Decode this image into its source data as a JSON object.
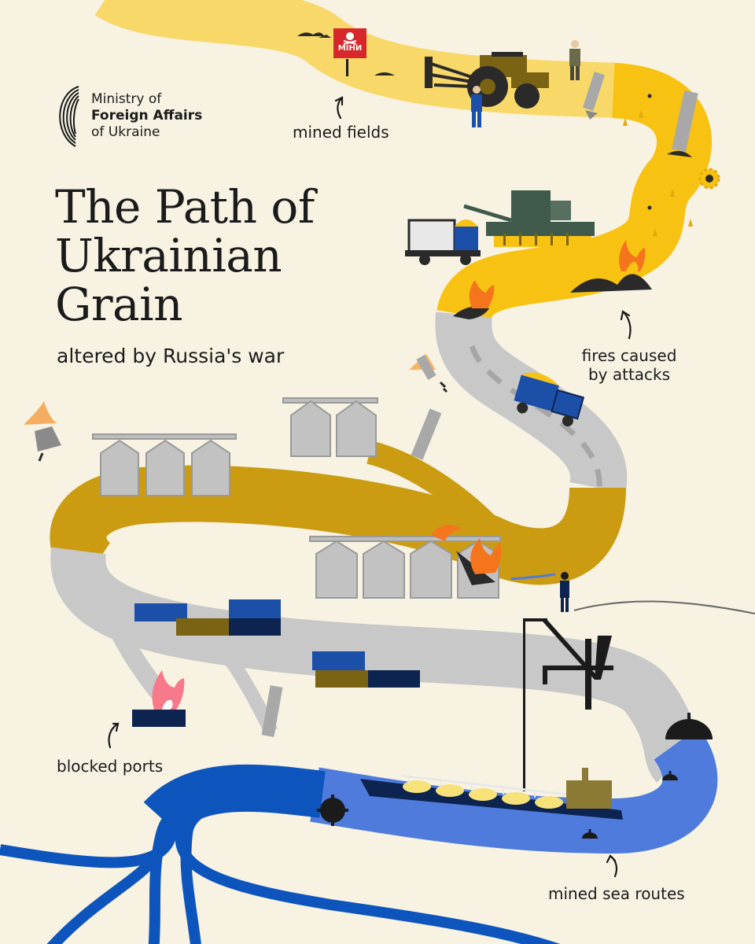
{
  "organization": {
    "line1": "Ministry of",
    "line2": "Foreign Affairs",
    "line3": "of Ukraine"
  },
  "headline": {
    "title": "The Path of Ukrainian Grain",
    "subtitle": "altered by Russia's war"
  },
  "annotations": {
    "mined_fields": "mined fields",
    "fires": "fires caused by attacks",
    "blocked_ports": "blocked ports",
    "mined_sea_routes": "mined sea routes"
  },
  "mine_sign": "МІНИ",
  "colors": {
    "background": "#f7f2e2",
    "field_yellow_light": "#f8d868",
    "field_yellow": "#f7c212",
    "road_gray": "#c8c8c8",
    "storage_ochre": "#cb9c12",
    "sea_blue": "#4f7bdc",
    "ocean_blue": "#0d55bd",
    "container_navy": "#0e2450",
    "container_olive": "#7a6414",
    "fire_orange": "#f4751c"
  },
  "icons": [
    "ministry-logo-icon",
    "mine-warning-sign-icon",
    "skull-icon",
    "tractor-icon",
    "combine-harvester-icon",
    "grain-truck-icon",
    "dump-truck-icon",
    "grain-silo-icon",
    "missile-icon",
    "fire-icon",
    "firefighter-icon",
    "port-crane-icon",
    "cargo-container-icon",
    "cargo-ship-icon",
    "sea-mine-icon",
    "sunflower-icon",
    "arrow-icon"
  ]
}
